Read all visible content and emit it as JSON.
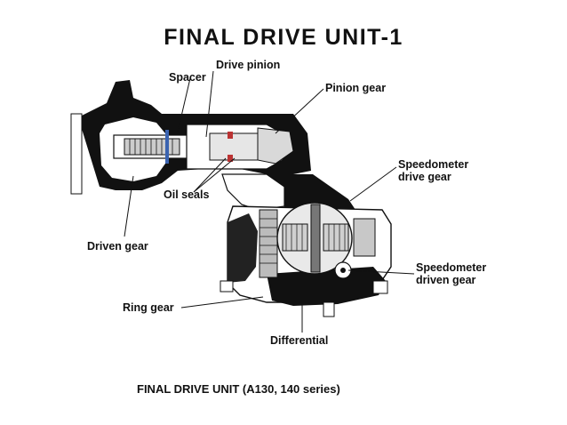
{
  "title": "FINAL DRIVE UNIT-1",
  "caption": "FINAL DRIVE UNIT (A130, 140 series)",
  "labels": {
    "spacer": "Spacer",
    "drive_pinion": "Drive pinion",
    "pinion_gear": "Pinion gear",
    "speedometer_drive_gear_1": "Speedometer",
    "speedometer_drive_gear_2": "drive gear",
    "oil_seals": "Oil seals",
    "driven_gear": "Driven gear",
    "speedometer_driven_gear_1": "Speedometer",
    "speedometer_driven_gear_2": "driven gear",
    "ring_gear": "Ring gear",
    "differential": "Differential"
  }
}
